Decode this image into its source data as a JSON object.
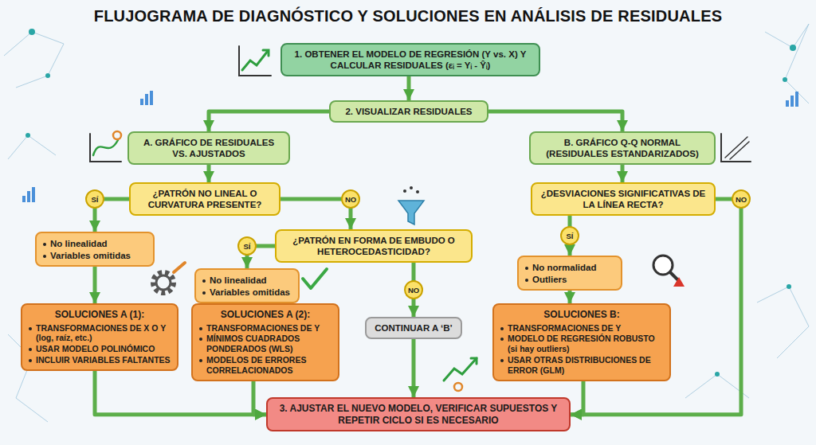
{
  "diagram": {
    "title": "FLUJOGRAMA DE DIAGNÓSTICO Y SOLUCIONES EN ANÁLISIS DE RESIDUALES",
    "nodes": [
      {
        "text": [
          "1. OBTENER EL MODELO DE REGRESIÓN (Y vs. X) Y CALCULAR RESIDUALES (εᵢ = Yᵢ - Ŷᵢ)"
        ]
      },
      {
        "text": [
          "2. VISUALIZAR RESIDUALES"
        ]
      },
      {
        "text": [
          "A. GRÁFICO DE RESIDUALES VS. AJUSTADOS"
        ]
      },
      {
        "text": [
          "B. GRÁFICO Q-Q NORMAL (RESIDUALES ESTANDARIZADOS)"
        ]
      },
      {
        "text": [
          "¿PATRÓN NO LINEAL O CURVATURA PRESENTE?"
        ]
      },
      {
        "text": [
          "¿DESVIACIONES SIGNIFICATIVAS DE LA LÍNEA RECTA?"
        ]
      },
      {
        "text": [
          "¿PATRÓN EN FORMA DE EMBUDO O HETEROCEDASTICIDAD?"
        ]
      },
      {
        "text": [
          "No linealidad",
          "Variables omitidas"
        ]
      },
      {
        "text": [
          "No linealidad",
          "Variables omitidas"
        ]
      },
      {
        "text": [
          "No normalidad",
          "Outliers"
        ]
      },
      {
        "text": [
          "SOLUCIONES A (1):",
          "TRANSFORMACIONES DE X O Y (log, raíz, etc.)",
          "USAR MODELO POLINÓMICO",
          "INCLUIR VARIABLES FALTANTES"
        ]
      },
      {
        "text": [
          "SOLUCIONES A (2):",
          "TRANSFORMACIONES DE Y",
          "MÍNIMOS CUADRADOS PONDERADOS (WLS)",
          "MODELOS DE ERRORES CORRELACIONADOS"
        ]
      },
      {
        "text": [
          "CONTINUAR A ‘B’"
        ]
      },
      {
        "text": [
          "SOLUCIONES B:",
          "TRANSFORMACIONES DE Y",
          "MODELO DE REGRESIÓN ROBUSTO (si hay outliers)",
          "USAR OTRAS DISTRIBUCIONES DE ERROR (GLM)"
        ]
      },
      {
        "text": [
          "3. AJUSTAR EL NUEVO MODELO, VERIFICAR SUPUESTOS Y REPETIR CICLO SI ES NECESARIO"
        ]
      }
    ],
    "edges": [
      {
        "from": 0,
        "to": 1,
        "arrow": "to"
      },
      {
        "from": 1,
        "to": 2,
        "arrow": "to"
      },
      {
        "from": 1,
        "to": 3,
        "arrow": "to"
      },
      {
        "from": 2,
        "to": 4,
        "arrow": "to"
      },
      {
        "from": 3,
        "to": 5,
        "arrow": "to"
      },
      {
        "from": 4,
        "to": 7,
        "label": "SÍ",
        "arrow": "to"
      },
      {
        "from": 4,
        "to": 6,
        "label": "NO",
        "arrow": "to"
      },
      {
        "from": 6,
        "to": 8,
        "label": "SÍ",
        "arrow": "to"
      },
      {
        "from": 6,
        "to": 12,
        "label": "NO",
        "arrow": "to"
      },
      {
        "from": 5,
        "to": 9,
        "label": "SÍ",
        "arrow": "to"
      },
      {
        "from": 5,
        "to": 14,
        "label": "NO",
        "arrow": "to"
      },
      {
        "from": 7,
        "to": 10,
        "arrow": "to"
      },
      {
        "from": 8,
        "to": 11,
        "arrow": "to"
      },
      {
        "from": 9,
        "to": 13,
        "arrow": "to"
      },
      {
        "from": 10,
        "to": 14,
        "arrow": "to"
      },
      {
        "from": 11,
        "to": 14,
        "arrow": "to"
      },
      {
        "from": 12,
        "to": 14,
        "arrow": "to"
      },
      {
        "from": 13,
        "to": 14,
        "arrow": "to"
      }
    ]
  }
}
